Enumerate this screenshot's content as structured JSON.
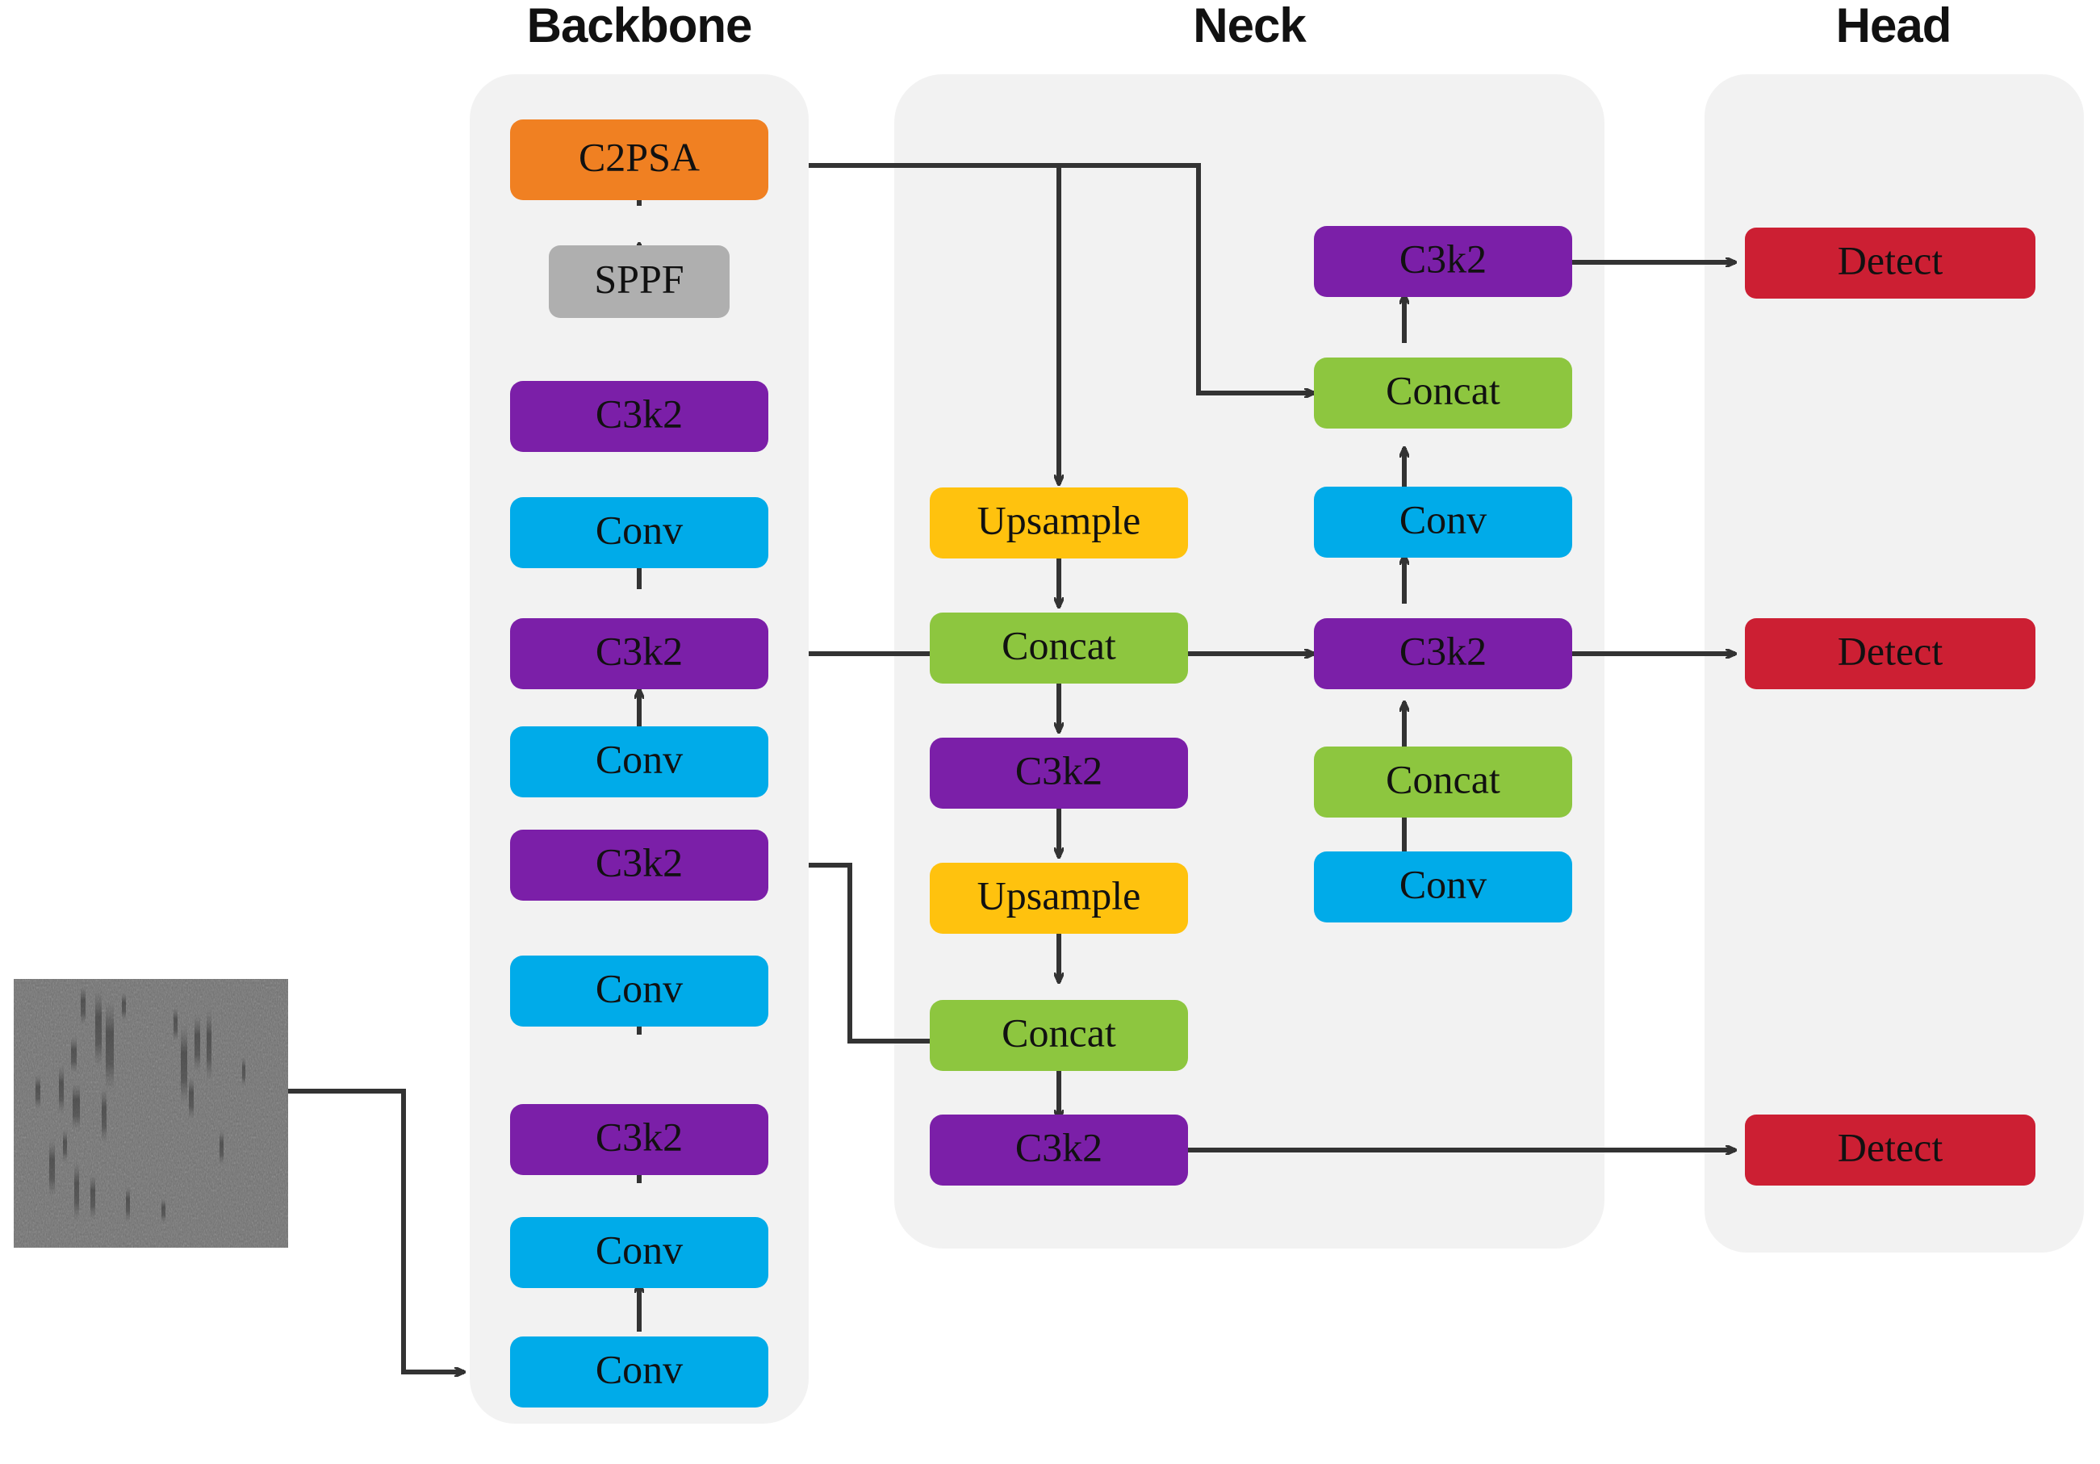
{
  "diagram": {
    "title_font_color": "#111111",
    "panel_color": "#f2f2f2",
    "arrow_color": "#333333",
    "sections": [
      {
        "key": "backbone",
        "label": "Backbone"
      },
      {
        "key": "neck",
        "label": "Neck"
      },
      {
        "key": "head",
        "label": "Head"
      }
    ],
    "palette": {
      "conv": "#00ABE9",
      "c3k2": "#7B1FA8",
      "sppf": "#AFAFAF",
      "c2psa": "#F08022",
      "upsample": "#FFC20E",
      "concat": "#8DC63F",
      "detect": "#CC1F33"
    },
    "input_image": {
      "name": "steel-surface-defect-sample",
      "description": "grayscale steel strip surface with vertical scratch defects",
      "base_color": "#6e6e6e"
    },
    "backbone": {
      "label": "Backbone",
      "nodes": [
        {
          "id": "bb-conv-1",
          "label": "Conv",
          "type": "conv"
        },
        {
          "id": "bb-c3k2-1",
          "label": "C3k2",
          "type": "c3k2"
        },
        {
          "id": "bb-conv-2",
          "label": "Conv",
          "type": "conv"
        },
        {
          "id": "bb-c3k2-2",
          "label": "C3k2",
          "type": "c3k2"
        },
        {
          "id": "bb-conv-3",
          "label": "Conv",
          "type": "conv"
        },
        {
          "id": "bb-c3k2-3",
          "label": "C3k2",
          "type": "c3k2"
        },
        {
          "id": "bb-conv-4",
          "label": "Conv",
          "type": "conv"
        },
        {
          "id": "bb-c3k2-4",
          "label": "C3k2",
          "type": "c3k2"
        },
        {
          "id": "bb-sppf",
          "label": "SPPF",
          "type": "sppf"
        },
        {
          "id": "bb-c2psa",
          "label": "C2PSA",
          "type": "c2psa"
        }
      ]
    },
    "neck": {
      "label": "Neck",
      "left_nodes": [
        {
          "id": "nk-upsample-1",
          "label": "Upsample",
          "type": "upsample"
        },
        {
          "id": "nk-concat-1",
          "label": "Concat",
          "type": "concat"
        },
        {
          "id": "nk-c3k2-1",
          "label": "C3k2",
          "type": "c3k2"
        },
        {
          "id": "nk-upsample-2",
          "label": "Upsample",
          "type": "upsample"
        },
        {
          "id": "nk-concat-2",
          "label": "Concat",
          "type": "concat"
        },
        {
          "id": "nk-c3k2-2",
          "label": "C3k2",
          "type": "c3k2"
        }
      ],
      "right_nodes": [
        {
          "id": "nk-c3k2-3",
          "label": "C3k2",
          "type": "c3k2"
        },
        {
          "id": "nk-concat-3",
          "label": "Concat",
          "type": "concat"
        },
        {
          "id": "nk-conv-1",
          "label": "Conv",
          "type": "conv"
        },
        {
          "id": "nk-c3k2-4",
          "label": "C3k2",
          "type": "c3k2"
        },
        {
          "id": "nk-concat-4",
          "label": "Concat",
          "type": "concat"
        },
        {
          "id": "nk-conv-2",
          "label": "Conv",
          "type": "conv"
        }
      ]
    },
    "head": {
      "label": "Head",
      "nodes": [
        {
          "id": "hd-detect-1",
          "label": "Detect",
          "type": "detect"
        },
        {
          "id": "hd-detect-2",
          "label": "Detect",
          "type": "detect"
        },
        {
          "id": "hd-detect-3",
          "label": "Detect",
          "type": "detect"
        }
      ]
    }
  }
}
